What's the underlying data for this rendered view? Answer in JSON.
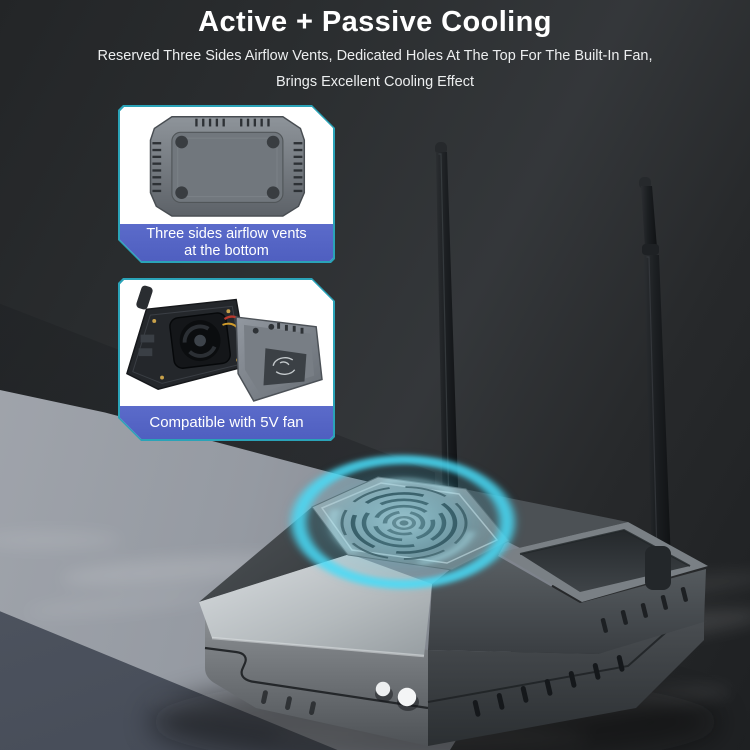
{
  "header": {
    "title": "Active + Passive Cooling",
    "subtitle_lines": [
      "Reserved Three Sides Airflow Vents, Dedicated Holes At The Top For The Built-In Fan,",
      "Brings Excellent Cooling Effect"
    ]
  },
  "callouts": [
    {
      "lines": [
        "Three sides airflow vents",
        "at the bottom"
      ]
    },
    {
      "lines": [
        "Compatible with 5V fan"
      ]
    }
  ],
  "colors": {
    "background_dark": "#26282a",
    "floor_gray": "#959aa2",
    "floor_slate": "#424854",
    "card_border_teal": "#2aa3b8",
    "caption_blue": "#5b6bca",
    "caption_text": "#ffffff",
    "glow_cyan": "#49dcf8",
    "title_text": "#ffffff"
  }
}
